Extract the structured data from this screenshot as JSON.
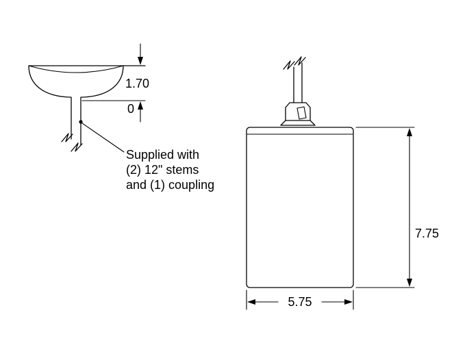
{
  "dimensions": {
    "canopy_height": "1.70",
    "canopy_base": "0",
    "fixture_height": "7.75",
    "fixture_width": "5.75"
  },
  "note": {
    "line1": "Supplied with",
    "line2": "(2) 12\" stems",
    "line3": "and (1) coupling"
  }
}
